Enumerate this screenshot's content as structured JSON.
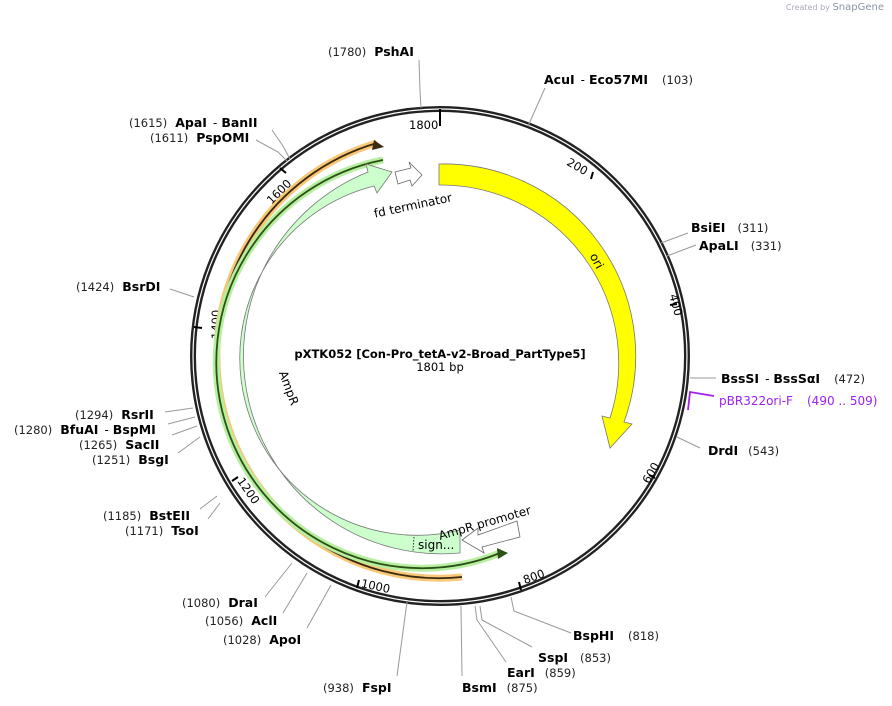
{
  "credit": {
    "prefix": "Created by",
    "brand": "SnapGene"
  },
  "plasmid": {
    "name": "pXTK052 [Con-Pro_tetA-v2-Broad_PartType5]",
    "length_label": "1801 bp",
    "length": 1801
  },
  "ticks": [
    "200",
    "400",
    "600",
    "800",
    "1000",
    "1200",
    "1400",
    "1600",
    "1800"
  ],
  "features": {
    "ori": "ori",
    "ampr": "AmpR",
    "fd_terminator": "fd terminator",
    "ampr_promoter": "AmpR promoter",
    "signal": "sign..."
  },
  "primer": {
    "name": "pBR322ori-F",
    "range": "(490 .. 509)",
    "color": "#a020f0"
  },
  "enzymes": [
    {
      "name": "PshAI",
      "pos": "(1780)"
    },
    {
      "name": "AcuI",
      "alt": "Eco57MI",
      "pos": "(103)"
    },
    {
      "name": "ApaI",
      "alt": "BanII",
      "pos": "(1615)"
    },
    {
      "name": "PspOMI",
      "pos": "(1611)"
    },
    {
      "name": "BsiEI",
      "pos": "(311)"
    },
    {
      "name": "ApaLI",
      "pos": "(331)"
    },
    {
      "name": "BsrDI",
      "pos": "(1424)"
    },
    {
      "name": "BssSI",
      "alt": "BssSαI",
      "pos": "(472)"
    },
    {
      "name": "DrdI",
      "pos": "(543)"
    },
    {
      "name": "RsrII",
      "pos": "(1294)"
    },
    {
      "name": "BfuAI",
      "alt": "BspMI",
      "pos": "(1280)"
    },
    {
      "name": "SacII",
      "pos": "(1265)"
    },
    {
      "name": "BsgI",
      "pos": "(1251)"
    },
    {
      "name": "BstEII",
      "pos": "(1185)"
    },
    {
      "name": "TsoI",
      "pos": "(1171)"
    },
    {
      "name": "DraI",
      "pos": "(1080)"
    },
    {
      "name": "AclI",
      "pos": "(1056)"
    },
    {
      "name": "ApoI",
      "pos": "(1028)"
    },
    {
      "name": "FspI",
      "pos": "(938)"
    },
    {
      "name": "BsmI",
      "pos": "(875)"
    },
    {
      "name": "EarI",
      "pos": "(859)"
    },
    {
      "name": "SspI",
      "pos": "(853)"
    },
    {
      "name": "BspHI",
      "pos": "(818)"
    }
  ],
  "colors": {
    "ori": "#ffff00",
    "ampr": "#ccffcc",
    "orange": "#f5b041",
    "green_line": "#2d5016",
    "primer": "#a020f0"
  }
}
